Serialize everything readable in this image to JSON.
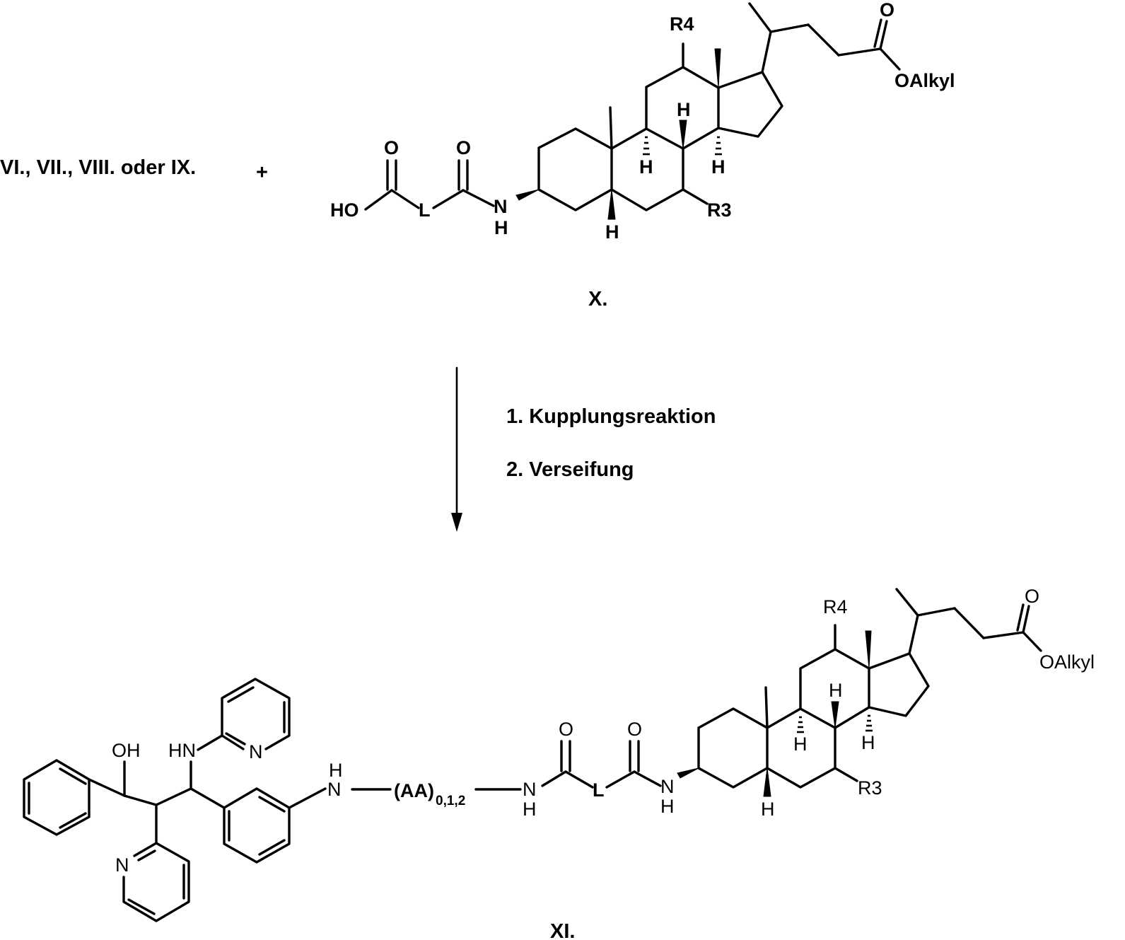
{
  "scheme": {
    "reactant_left": "VI., VII., VIII. oder IX.",
    "plus": "+",
    "compound_x_label": "X.",
    "compound_xi_label": "XI.",
    "step_1": "1. Kupplungsreaktion",
    "step_2": "2. Verseifung"
  },
  "atoms": {
    "r4": "R4",
    "r3": "R3",
    "h": "H",
    "o": "O",
    "n": "N",
    "nh": "NH",
    "ho": "HO",
    "oh": "OH",
    "hn": "HN",
    "l": "L",
    "oalkyl": "OAlkyl",
    "aa": "(AA)",
    "aa_subscript": "0,1,2"
  }
}
